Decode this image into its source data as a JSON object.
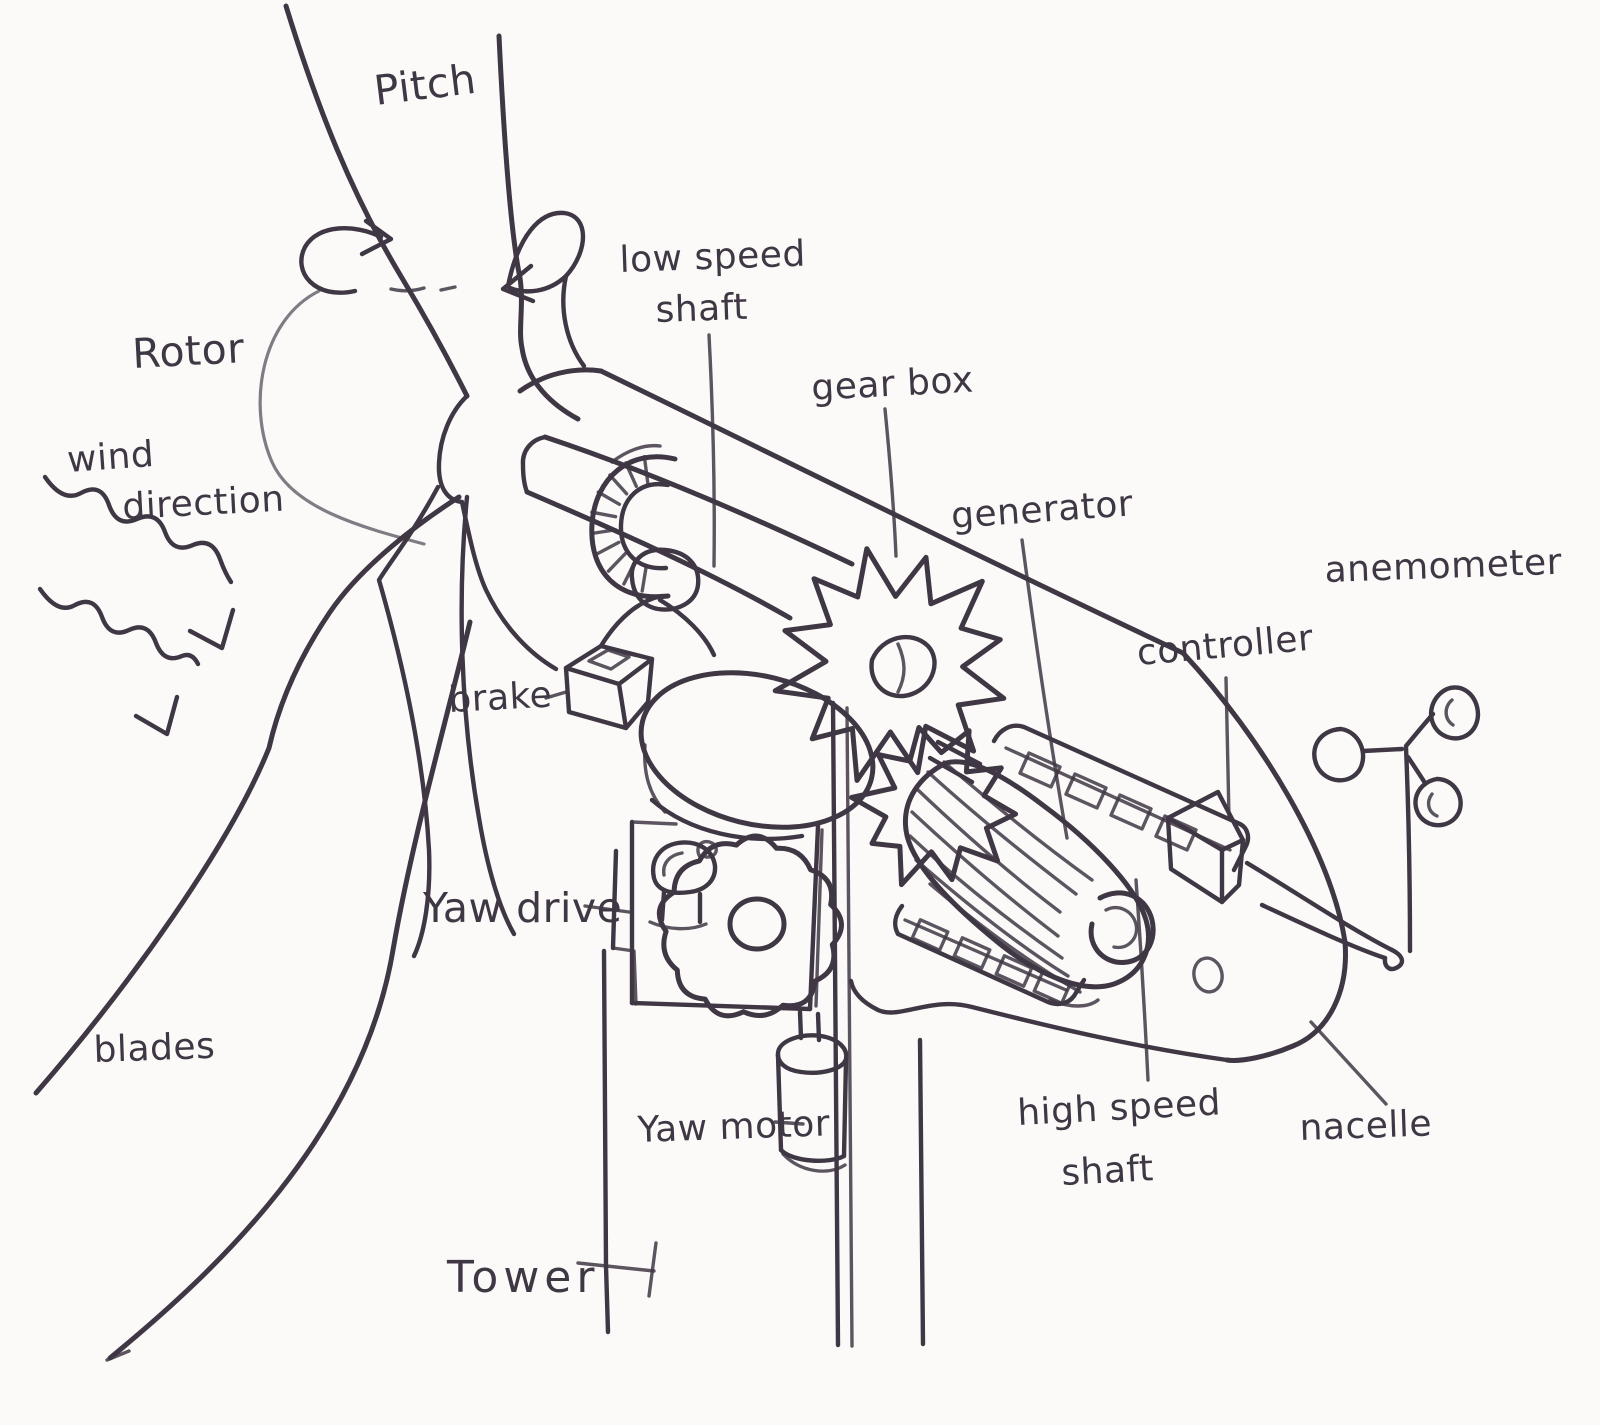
{
  "colors": {
    "ink": "#3f3744",
    "paper": "#fbfaf8"
  },
  "labels": {
    "pitch": "Pitch",
    "rotor": "Rotor",
    "wind_line1": "wind",
    "wind_line2": "direction",
    "blades": "blades",
    "low_speed_line1": "low speed",
    "low_speed_line2": "shaft",
    "gear_box": "gear box",
    "generator": "generator",
    "controller": "controller",
    "anemometer": "anemometer",
    "brake": "brake",
    "yaw_drive": "Yaw drive",
    "yaw_motor": "Yaw motor",
    "tower": "Tower",
    "high_speed_line1": "high speed",
    "high_speed_line2": "shaft",
    "nacelle": "nacelle"
  }
}
